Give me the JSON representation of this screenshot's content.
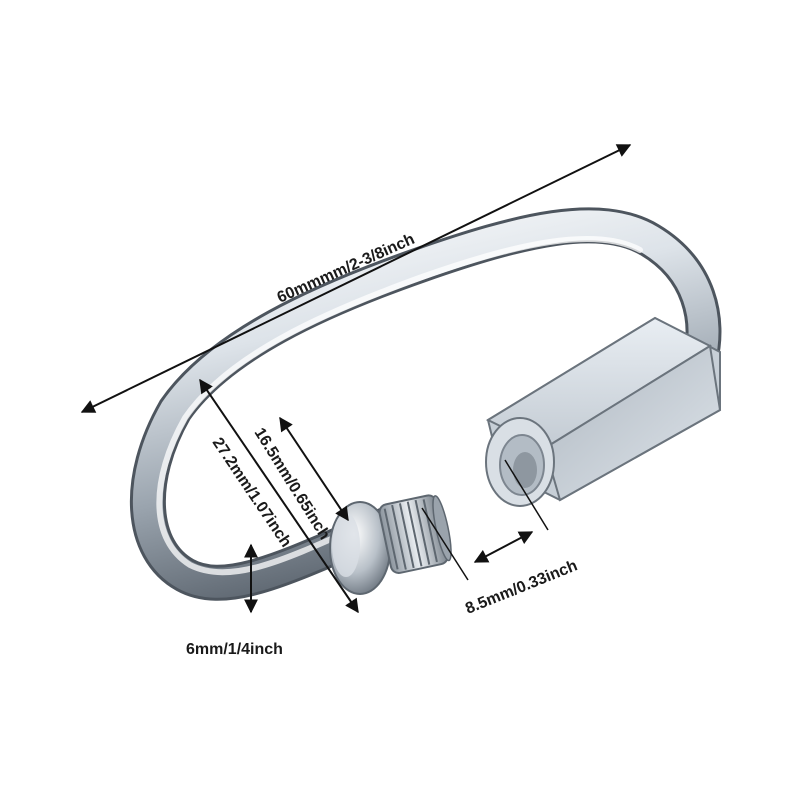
{
  "image": {
    "subject": "Quick link carabiner",
    "colors": {
      "background": "#ffffff",
      "metal_light": "#f2f5f8",
      "metal_mid": "#b9c1c9",
      "metal_dark": "#5d6670",
      "annotation": "#111111"
    }
  },
  "dimensions": {
    "length": "60mmmm/2-3/8inch",
    "inner_length": "27.2mm/1.07inch",
    "inner_width": "16.5mm/0.65inch",
    "nut_width": "8.5mm/0.33inch",
    "wire_diameter": "6mm/1/4inch"
  }
}
